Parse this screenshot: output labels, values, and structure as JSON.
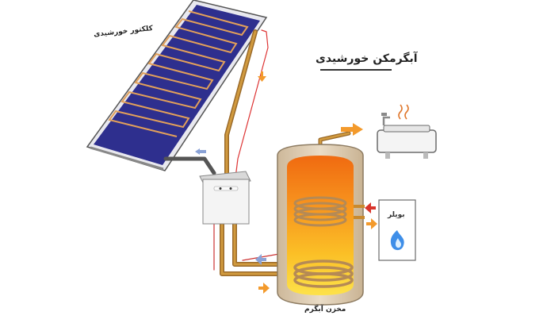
{
  "title": "آبگرمکن خورشیدی",
  "labels": {
    "collector": "کلکتور خورشیدی",
    "tank": "مخزن آبگرم",
    "boiler": "بویلر"
  },
  "icons": [
    "solar-collector-icon",
    "controller-icon",
    "bathtub-icon",
    "faucet-icon",
    "flame-icon",
    "arrow-icon"
  ],
  "colors": {
    "panel_blue": "#2e2f8e",
    "pipe_copper": "#c98a2e",
    "hot_orange": "#f08a16",
    "warm_yellow": "#fdd835",
    "tank_shell": "#e3d2b8",
    "arrow_blue": "#8aa2d6",
    "arrow_red": "#d9342b",
    "arrow_orange": "#f39a2c",
    "flame_blue": "#3e8ee8"
  }
}
